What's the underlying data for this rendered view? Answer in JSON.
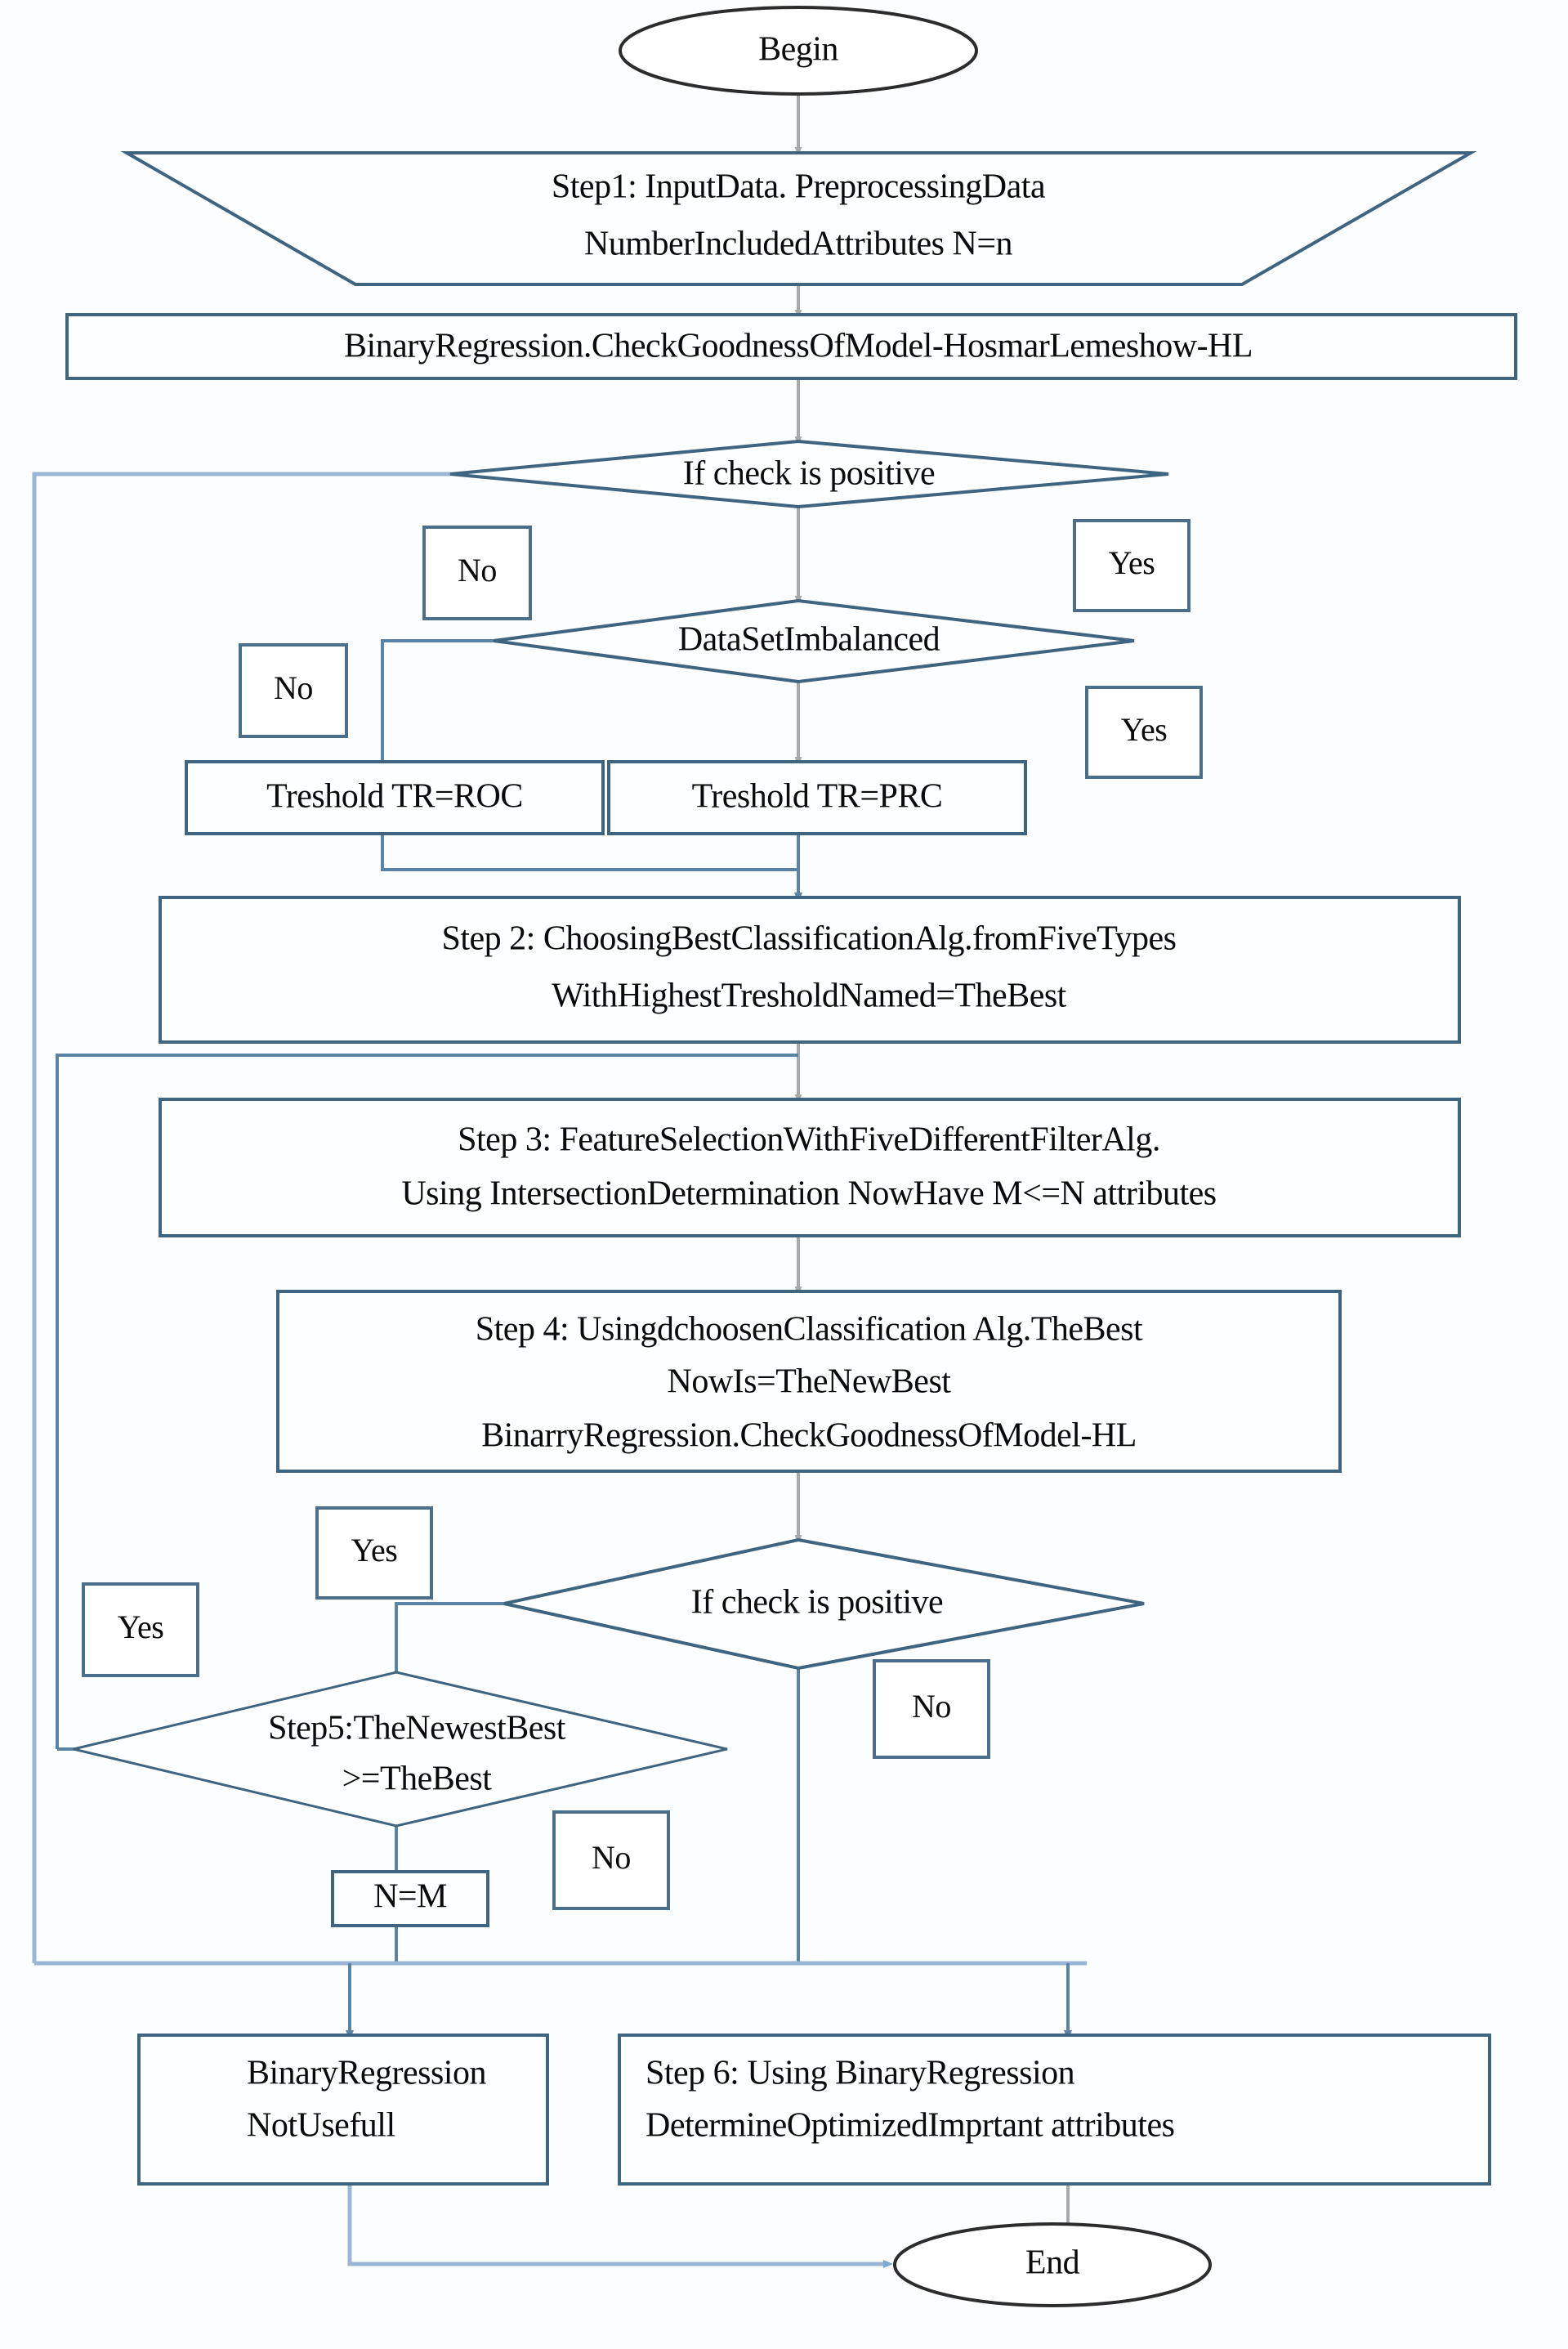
{
  "diagram": {
    "title": "Binary Regression Attribute Optimization Flowchart",
    "colors": {
      "shape_stroke": "#3f6480",
      "connector": "#9ab6d4",
      "connector_grey": "#a9a9a9",
      "terminator_stroke": "#2c2c2c",
      "text": "#0a0a0a",
      "background": "#fbfdff"
    },
    "nodes": {
      "begin": {
        "shape": "ellipse",
        "label": "Begin"
      },
      "step1": {
        "shape": "trapezoid",
        "line1": "Step1: InputData.  PreprocessingData",
        "line2": "NumberIncludedAttributes N=n"
      },
      "binary_regression_check": {
        "shape": "process",
        "label": "BinaryRegression.CheckGoodnessOfModel-HosmarLemeshow-HL"
      },
      "decision_check_positive_1": {
        "shape": "diamond",
        "label": "If check is positive"
      },
      "decision_dataset_imbalanced": {
        "shape": "diamond",
        "label": "DataSetImbalanced"
      },
      "threshold_roc": {
        "shape": "process",
        "label": "Treshold TR=ROC"
      },
      "threshold_prc": {
        "shape": "process",
        "label": "Treshold TR=PRC"
      },
      "step2": {
        "shape": "process",
        "line1": "Step 2: ChoosingBestClassificationAlg.fromFiveTypes",
        "line2": "WithHighestTresholdNamed=TheBest"
      },
      "step3": {
        "shape": "process",
        "line1": "Step 3: FeatureSelectionWithFiveDifferentFilterAlg.",
        "line2": "Using IntersectionDetermination NowHave M<=N attributes"
      },
      "step4": {
        "shape": "process",
        "line1": "Step 4: UsingdchoosenClassification Alg.TheBest",
        "line2": "NowIs=TheNewBest",
        "line3": "BinarryRegression.CheckGoodnessOfModel-HL"
      },
      "decision_check_positive_2": {
        "shape": "diamond",
        "label": "If check is positive"
      },
      "decision_step5": {
        "shape": "diamond",
        "line1": "Step5:TheNewestBest",
        "line2": ">=TheBest"
      },
      "assign_n_m": {
        "shape": "process",
        "label": "N=M"
      },
      "binary_regression_not_usefull": {
        "shape": "process",
        "line1": "BinaryRegression",
        "line2": "NotUsefull"
      },
      "step6": {
        "shape": "process",
        "line1": "Step 6: Using BinaryRegression",
        "line2": "DetermineOptimizedImprtant attributes"
      },
      "end": {
        "shape": "ellipse",
        "label": "End"
      }
    },
    "edge_labels": {
      "no_1": "No",
      "yes_1": "Yes",
      "no_2": "No",
      "yes_2": "Yes",
      "yes_3": "Yes",
      "yes_4": "Yes",
      "no_3": "No",
      "no_4": "No"
    }
  }
}
